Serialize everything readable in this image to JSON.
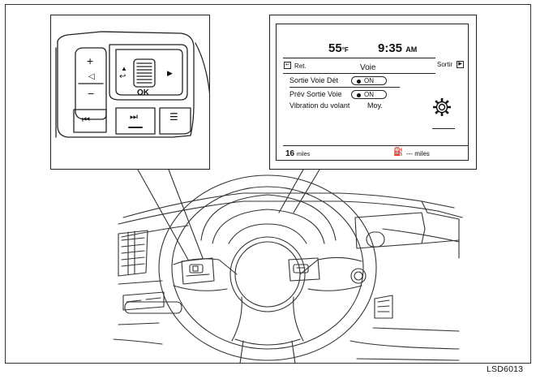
{
  "figure_code": "LSD6013",
  "display": {
    "temperature": "55",
    "temperature_unit": "°F",
    "time": "9:35",
    "time_period": "AM",
    "back_label": "Ret.",
    "screen_title": "Voie",
    "exit_label": "Sortir",
    "settings": [
      {
        "label": "Sortie Voie Dét",
        "value": "ON"
      },
      {
        "label": "Prév Sortie Voie",
        "value": "ON"
      },
      {
        "label": "Vibration du volant",
        "value": "Moy."
      }
    ],
    "trip_value": "16",
    "trip_unit": "miles",
    "range_value": "---",
    "range_unit": "miles"
  },
  "controls": {
    "confirm_label": "OK",
    "volume_up_symbol": "+",
    "volume_down_symbol": "−",
    "icons": [
      "volume-icon",
      "back-icon",
      "left-arrow-icon",
      "right-arrow-icon",
      "previous-track-icon",
      "next-track-icon",
      "menu-list-icon",
      "settings-gear-icon",
      "fuel-pump-icon"
    ]
  },
  "colors": {
    "line": "#222222",
    "background": "#ffffff"
  }
}
